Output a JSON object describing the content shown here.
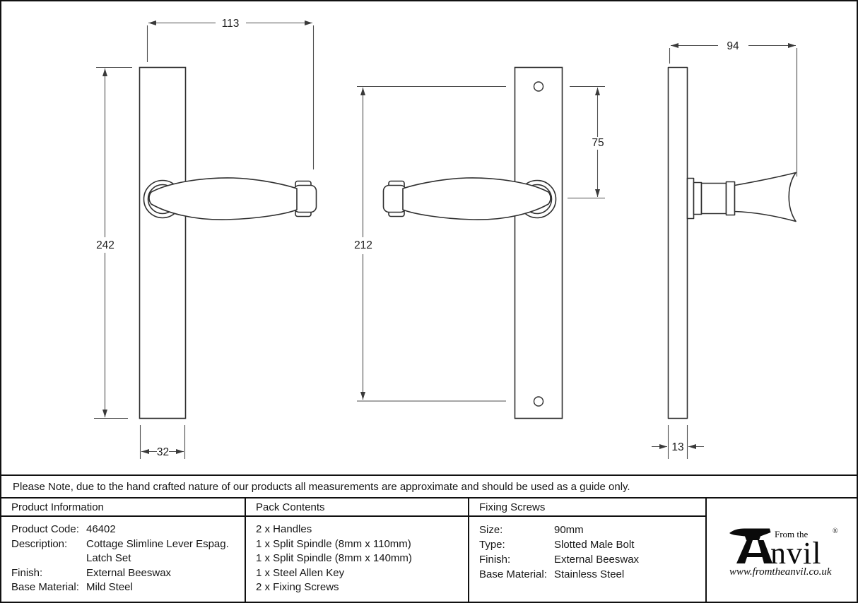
{
  "note": "Please Note, due to the hand crafted nature of our products all measurements are approximate and should be used as a guide only.",
  "drawings": {
    "front_view": {
      "lever_length": "113",
      "plate_height": "242",
      "plate_width": "32"
    },
    "back_view": {
      "hole_spacing": "212",
      "hole_to_handle": "75"
    },
    "side_view": {
      "projection_depth": "94",
      "plate_thickness": "13"
    }
  },
  "table": {
    "product_information": {
      "header": "Product Information",
      "rows": [
        {
          "label": "Product Code:",
          "value": "46402"
        },
        {
          "label": "Description:",
          "value": "Cottage Slimline Lever Espag."
        },
        {
          "label": "",
          "value": "Latch Set"
        },
        {
          "label": "Finish:",
          "value": "External Beeswax"
        },
        {
          "label": "Base Material:",
          "value": "Mild Steel"
        }
      ]
    },
    "pack_contents": {
      "header": "Pack Contents",
      "items": [
        "2 x Handles",
        "1 x Split Spindle (8mm x 110mm)",
        "1 x Split Spindle (8mm x 140mm)",
        "1 x Steel Allen Key",
        "2 x Fixing Screws"
      ]
    },
    "fixing_screws": {
      "header": "Fixing Screws",
      "rows": [
        {
          "label": "Size:",
          "value": "90mm"
        },
        {
          "label": "Type:",
          "value": "Slotted Male Bolt"
        },
        {
          "label": "Finish:",
          "value": "External Beeswax"
        },
        {
          "label": "Base Material:",
          "value": "Stainless Steel"
        }
      ]
    }
  },
  "brand": {
    "prefix": "From the",
    "initial": "A",
    "tail": "nvil",
    "registered": "®",
    "website": "www.fromtheanvil.co.uk"
  }
}
